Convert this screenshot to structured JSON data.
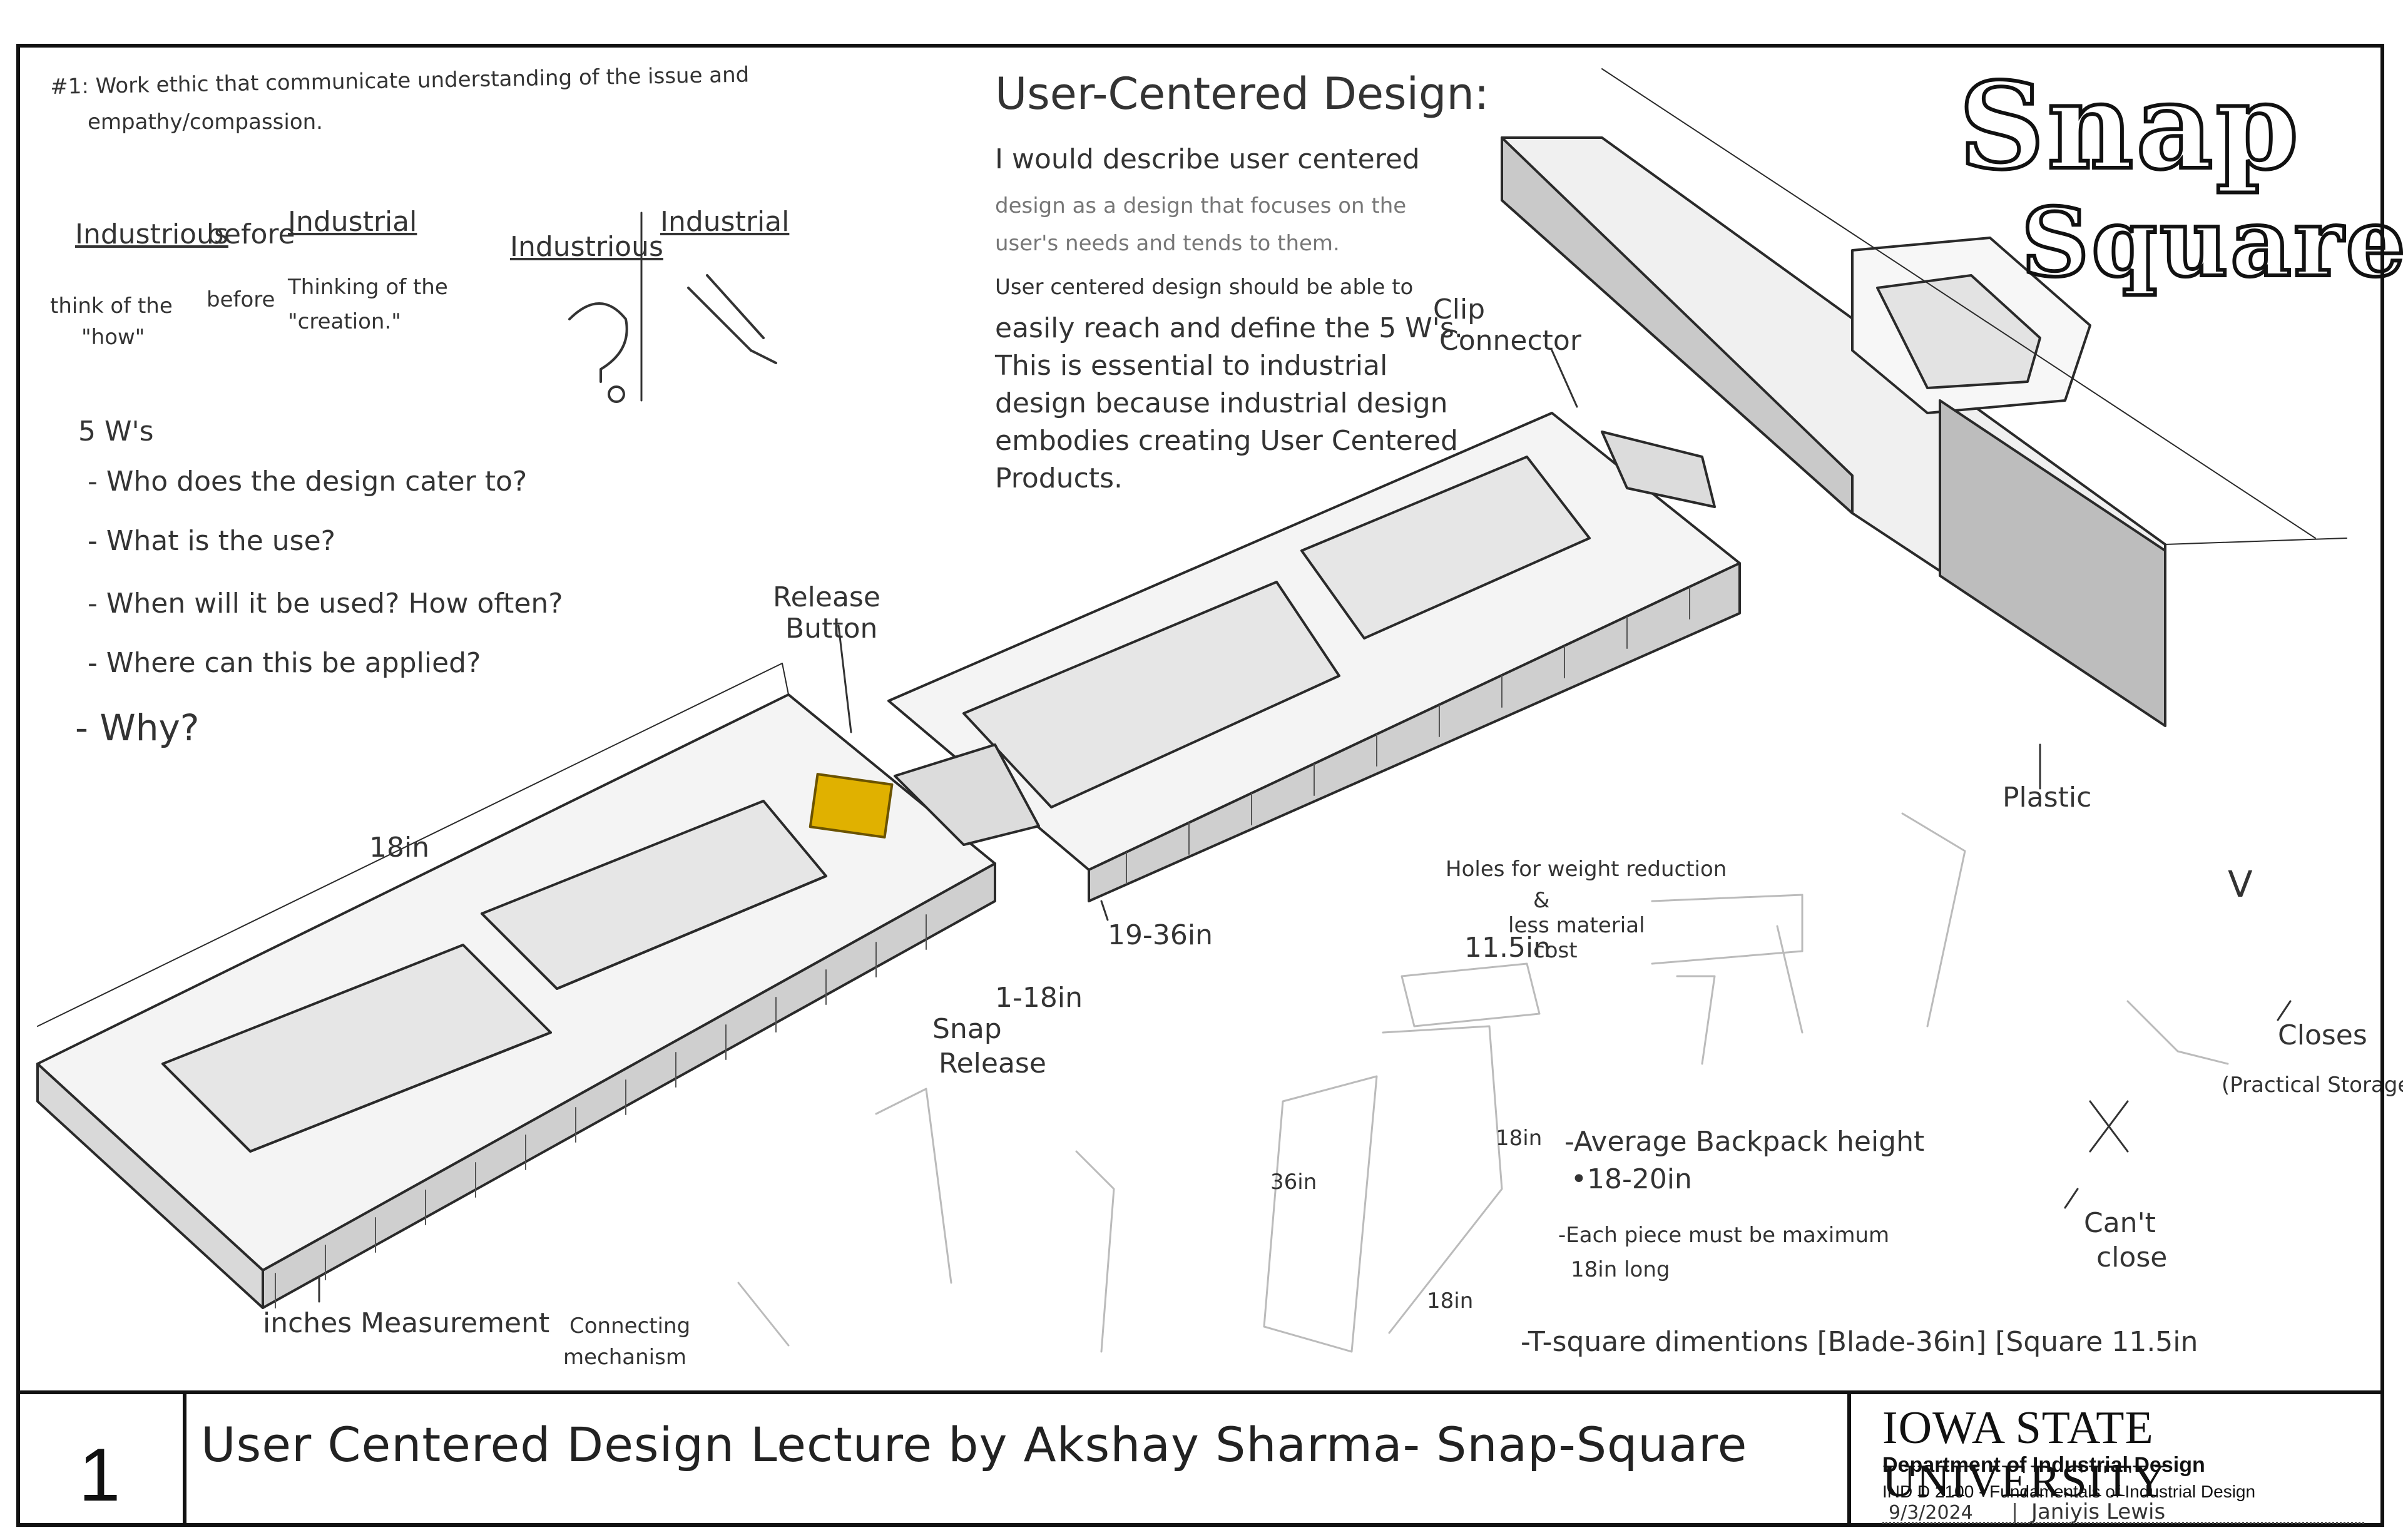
{
  "sheet": {
    "number": "1",
    "title": "User Centered Design Lecture by Akshay Sharma- Snap-Square",
    "university": "IOWA STATE UNIVERSITY",
    "department": "Department of Industrial Design",
    "course": "IND D 2100 - Fundamentals of Industrial Design",
    "date": "9/3/2024",
    "author": "Janiyis Lewis"
  },
  "logo": {
    "line1": "Snap",
    "line2": "Square"
  },
  "notes": {
    "intro_1": "#1: Work ethic that communicate understanding of the issue and",
    "intro_2": "empathy/compassion.",
    "industrious": "Industrious",
    "before": "before",
    "industrial": "Industrial",
    "think_how_1": "think of the",
    "think_how_2": "\"how\"",
    "before_2": "before",
    "thinking_creation_1": "Thinking of the",
    "thinking_creation_2": "\"creation.\"",
    "icon_industrious": "Industrious",
    "icon_industrial": "Industrial",
    "ws_title": "5 W's",
    "ws": [
      "- Who does the design cater to?",
      "- What is the use?",
      "- When will it be used? How often?",
      "- Where can this be applied?",
      "- Why?"
    ],
    "ucd_title": "User-Centered Design:",
    "ucd_body": [
      "I would describe user centered",
      "design as a design that focuses on the",
      "user's needs and tends to them.",
      "User centered design should be able to",
      "easily reach and define the 5 W's.",
      "This is essential to industrial",
      "design because industrial design",
      "embodies creating User Centered",
      "Products."
    ]
  },
  "annotations": {
    "release_button_1": "Release",
    "release_button_2": "Button",
    "clip_connector_1": "Clip",
    "clip_connector_2": "Connector",
    "plastic": "Plastic",
    "len_18in": "18in",
    "len_1_18in": "1-18in",
    "len_19_36in": "19-36in",
    "snap_release_1": "Snap",
    "snap_release_2": "Release",
    "inches_measurement": "inches Measurement",
    "connecting_1": "Connecting",
    "connecting_2": "mechanism",
    "holes_1": "Holes for weight reduction",
    "holes_2": "&",
    "holes_3": "less material",
    "holes_4": "cost",
    "dim_11_5": "11.5in",
    "dim_18in": "18in",
    "dim_36in": "36in",
    "dim_18in_b": "18in",
    "backpack_1": "-Average Backpack height",
    "backpack_2": "•18-20in",
    "piece_1": "-Each piece must be maximum",
    "piece_2": "18in long",
    "tsquare": "-T-square dimentions [Blade-36in] [Square 11.5in",
    "closes_1": "Closes",
    "closes_2": "(Practical Storage)",
    "cant_1": "Can't",
    "cant_2": "close",
    "mark_v": "V",
    "mark_x": "X"
  },
  "colors": {
    "release_button": "#e0b100",
    "ink": "#2a2a2a",
    "frame": "#111111"
  }
}
